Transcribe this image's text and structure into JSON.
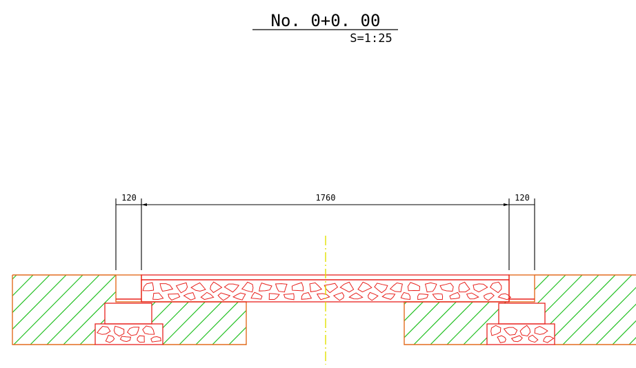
{
  "drawing": {
    "title": "No. 0+0. 00",
    "scale": "S=1:25"
  },
  "dimensions": {
    "left_curb": "120",
    "center_span": "1760",
    "right_curb": "120"
  },
  "colors": {
    "outline": "#e46c1f",
    "hatch": "#22c022",
    "rubble": "#e8201c",
    "centerline": "#e0e000",
    "dimension": "#000000"
  }
}
